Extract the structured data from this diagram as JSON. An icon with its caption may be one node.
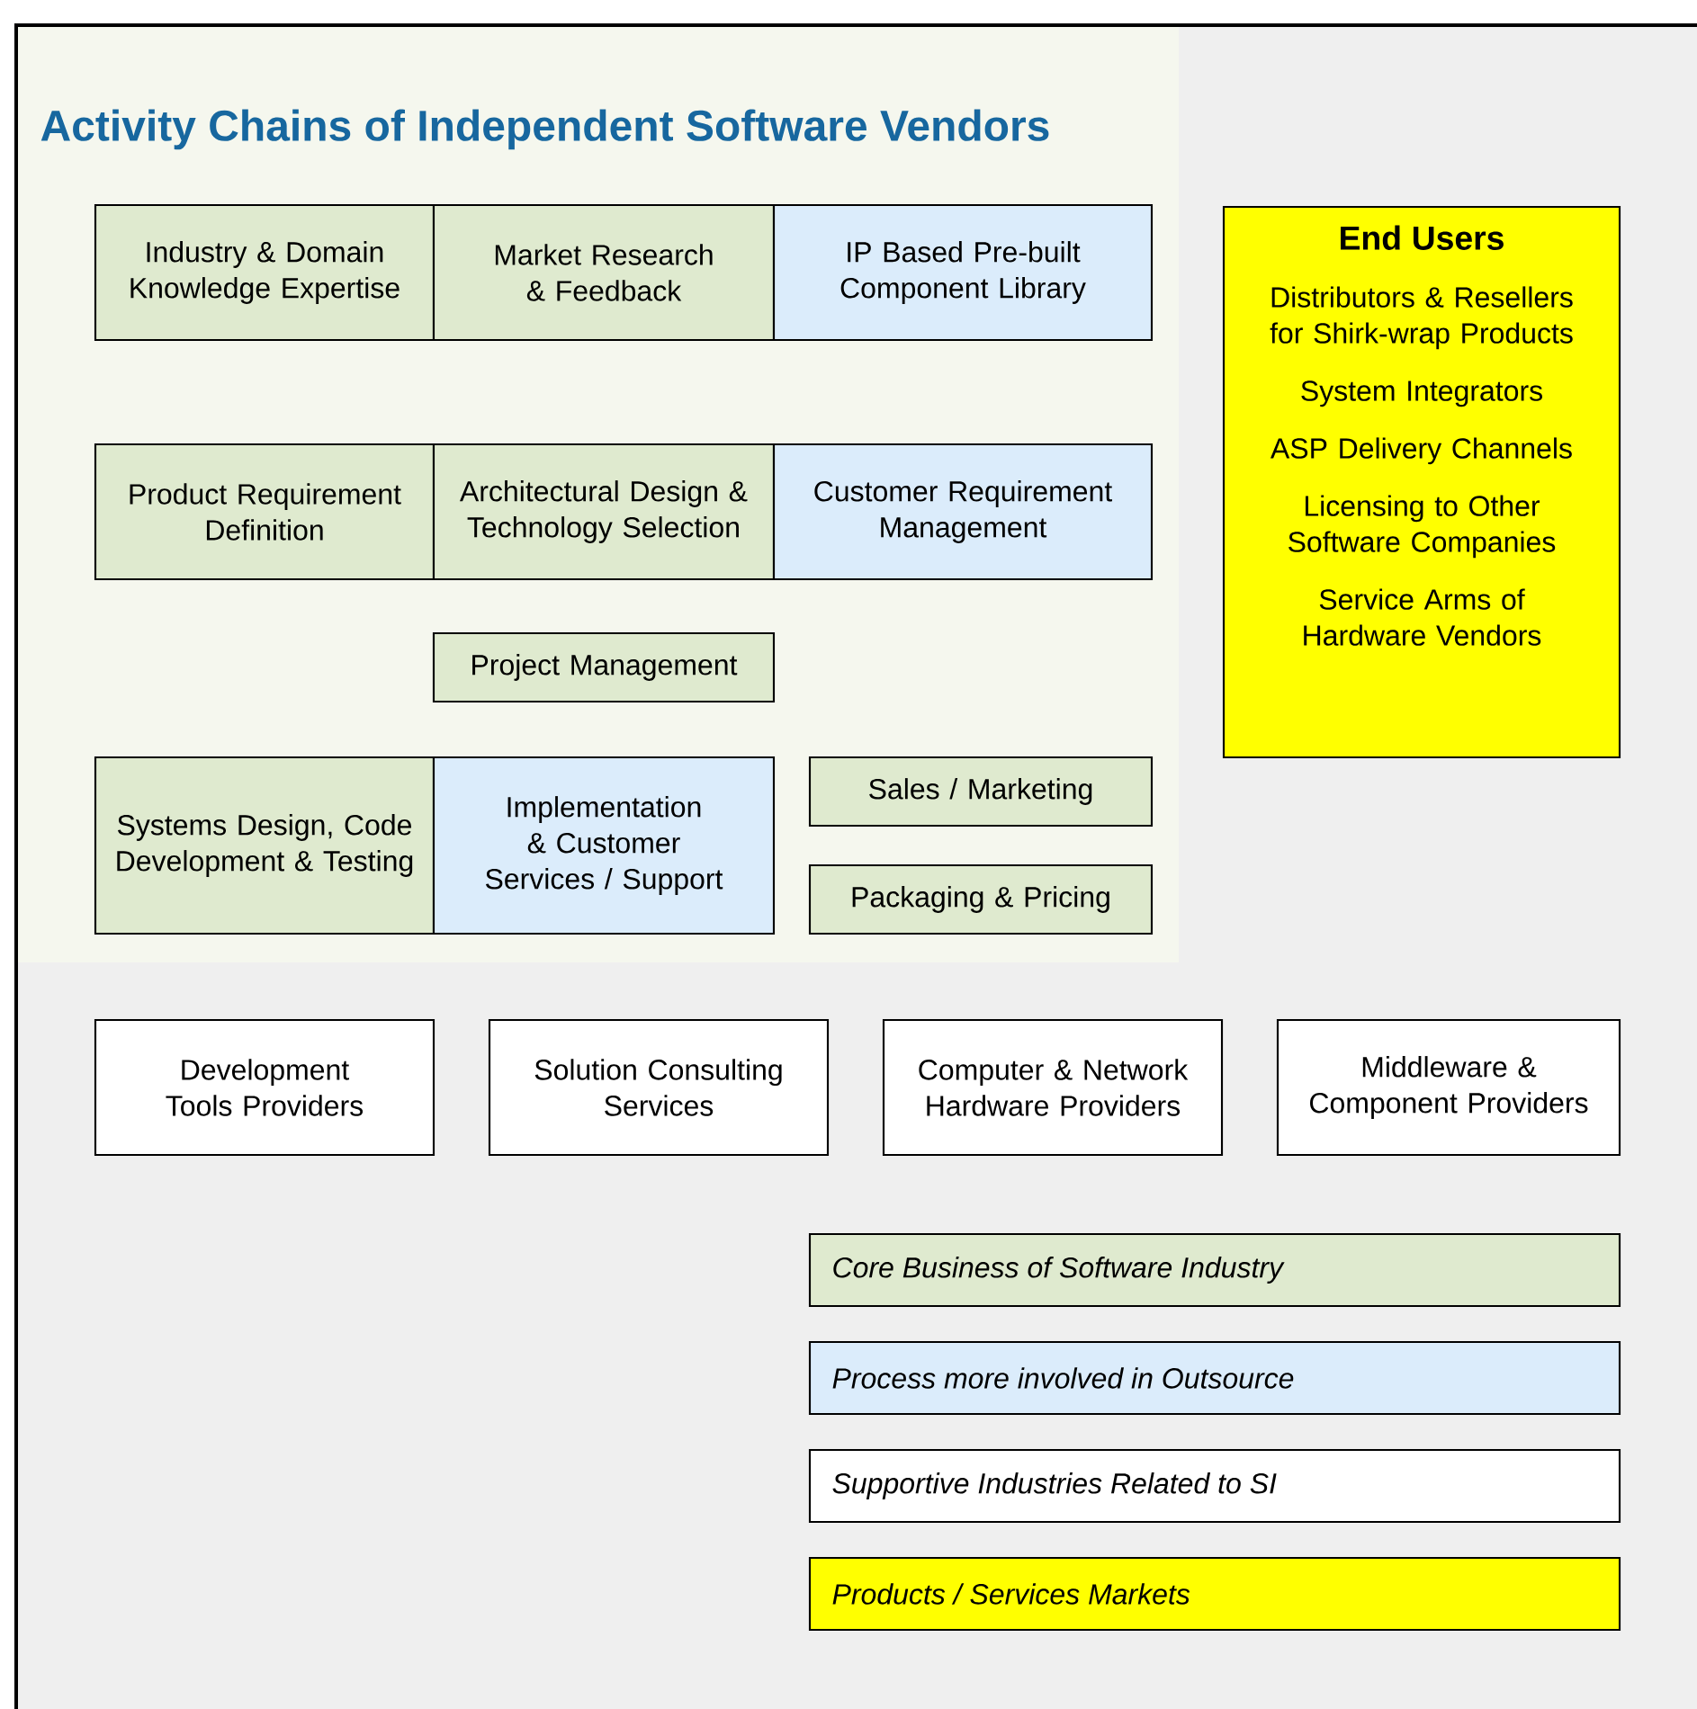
{
  "diagram": {
    "title": "Activity Chains of Independent Software Vendors",
    "nodes": [
      {
        "text": [
          "Industry & Domain Knowledge Expertise"
        ]
      },
      {
        "text": [
          "Market Research & Feedback"
        ]
      },
      {
        "text": [
          "IP Based Pre-built Component Library"
        ]
      },
      {
        "text": [
          "Product Requirement Definition"
        ]
      },
      {
        "text": [
          "Architectural Design & Technology Selection"
        ]
      },
      {
        "text": [
          "Customer Requirement Management"
        ]
      },
      {
        "text": [
          "Project Management"
        ]
      },
      {
        "text": [
          "Systems Design, Code Development & Testing"
        ]
      },
      {
        "text": [
          "Implementation & Customer Services / Support"
        ]
      },
      {
        "text": [
          "Sales / Marketing"
        ]
      },
      {
        "text": [
          "Packaging & Pricing"
        ]
      },
      {
        "text": [
          "End Users",
          "Distributors & Resellers for Shirk-wrap Products",
          "System Integrators",
          "ASP Delivery Channels",
          "Licensing to Other Software Companies",
          "Service Arms of Hardware Vendors"
        ]
      },
      {
        "text": [
          "Development Tools Providers"
        ]
      },
      {
        "text": [
          "Solution Consulting Services"
        ]
      },
      {
        "text": [
          "Computer & Network Hardware Providers"
        ]
      },
      {
        "text": [
          "Middleware & Component Providers"
        ]
      }
    ],
    "legend": [
      {
        "text": "Core Business of Software Industry",
        "color": "#dfeacf"
      },
      {
        "text": "Process more involved in Outsource",
        "color": "#dbecfb"
      },
      {
        "text": "Supportive Industries Related to SI",
        "color": "#ffffff"
      },
      {
        "text": "Products / Services Markets",
        "color": "#ffff00"
      }
    ]
  }
}
